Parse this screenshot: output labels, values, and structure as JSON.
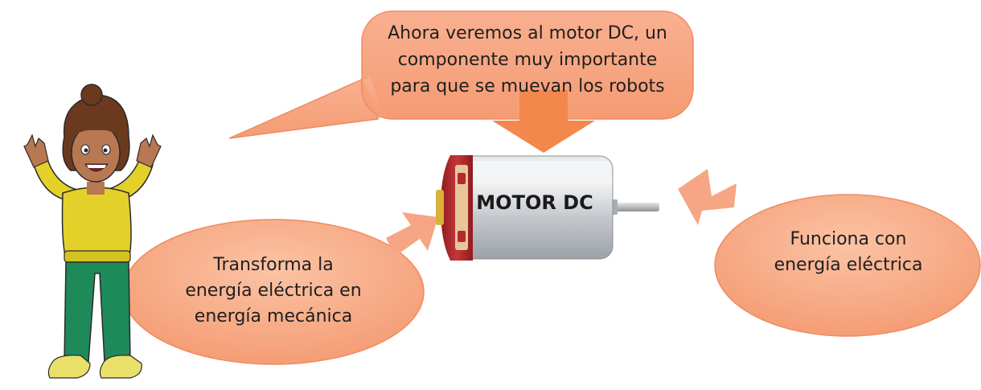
{
  "diagram": {
    "motor_label": "MOTOR DC",
    "speech_bubble": {
      "lines": [
        "Ahora veremos al motor DC, un",
        "componente muy importante",
        "para que se muevan los robots"
      ]
    },
    "left_bubble": {
      "lines": [
        "Transforma la",
        "energía eléctrica en",
        "energía mecánica"
      ]
    },
    "right_bubble": {
      "lines": [
        "Funciona con",
        "energía eléctrica"
      ]
    }
  },
  "colors": {
    "bubble_fill": "#F8A882",
    "bubble_edge": "#F08A5F",
    "arrow": "#F4874B",
    "arrow_light": "#F6A684",
    "motor_body": "#C9CDD1",
    "motor_cap": "#B5292C"
  },
  "icons": [
    "girl-character-illustration",
    "dc-motor-illustration",
    "down-arrow",
    "right-arrow",
    "left-arrow"
  ]
}
